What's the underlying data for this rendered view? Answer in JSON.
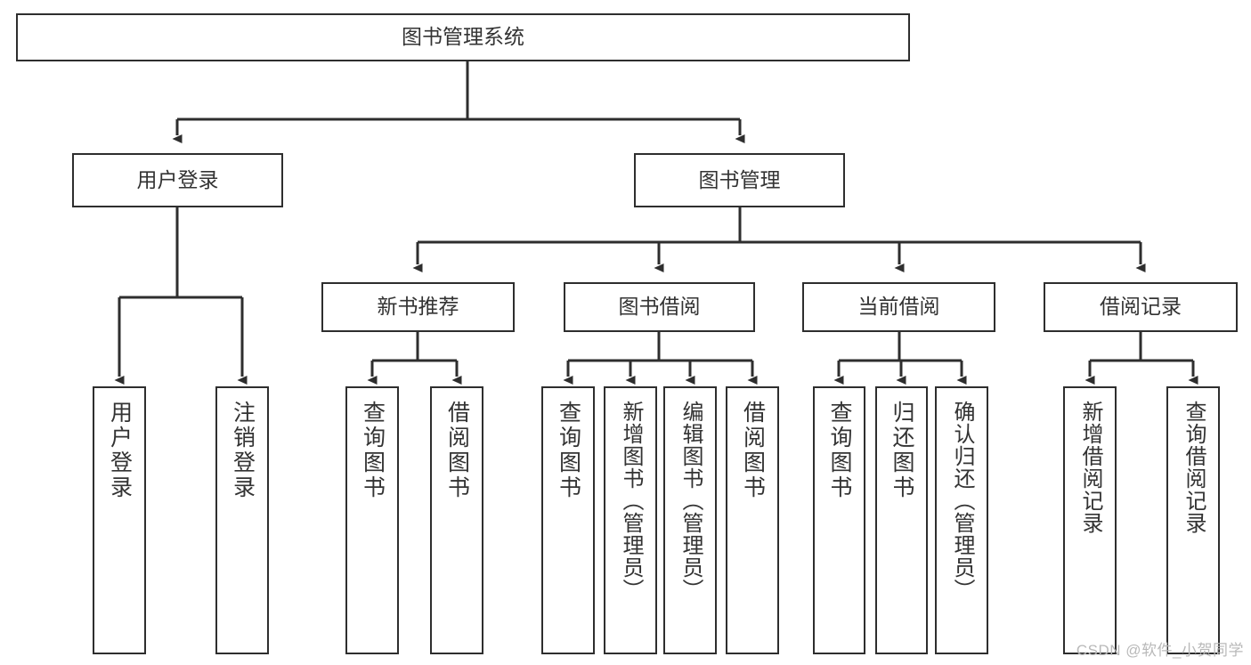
{
  "diagram": {
    "title_text": "图书管理系统",
    "type": "tree-hierarchy",
    "colors": {
      "box_border": "#2e2e2e",
      "box_fill": "#ffffff",
      "text": "#333333",
      "edge": "#2e2e2e",
      "watermark": "#b9b9b9",
      "background": "#ffffff"
    },
    "nodes": {
      "root": {
        "label": "图书管理系统",
        "level": 1,
        "orientation": "horizontal"
      },
      "l2": [
        {
          "label": "用户登录",
          "level": 2,
          "orientation": "horizontal"
        },
        {
          "label": "图书管理",
          "level": 2,
          "orientation": "horizontal"
        }
      ],
      "l3": [
        {
          "label": "新书推荐",
          "level": 3,
          "orientation": "horizontal"
        },
        {
          "label": "图书借阅",
          "level": 3,
          "orientation": "horizontal"
        },
        {
          "label": "当前借阅",
          "level": 3,
          "orientation": "horizontal"
        },
        {
          "label": "借阅记录",
          "level": 3,
          "orientation": "horizontal"
        }
      ],
      "leaves": [
        {
          "label": "用户登录",
          "parent": "用户登录",
          "orientation": "vertical"
        },
        {
          "label": "注销登录",
          "parent": "用户登录",
          "orientation": "vertical"
        },
        {
          "label": "查询图书",
          "parent": "新书推荐",
          "orientation": "vertical"
        },
        {
          "label": "借阅图书",
          "parent": "新书推荐",
          "orientation": "vertical"
        },
        {
          "label": "查询图书",
          "parent": "图书借阅",
          "orientation": "vertical"
        },
        {
          "label": "新增图书（管理员）",
          "parent": "图书借阅",
          "orientation": "vertical"
        },
        {
          "label": "编辑图书（管理员）",
          "parent": "图书借阅",
          "orientation": "vertical"
        },
        {
          "label": "借阅图书",
          "parent": "图书借阅",
          "orientation": "vertical"
        },
        {
          "label": "查询图书",
          "parent": "当前借阅",
          "orientation": "vertical"
        },
        {
          "label": "归还图书",
          "parent": "当前借阅",
          "orientation": "vertical"
        },
        {
          "label": "确认归还（管理员）",
          "parent": "当前借阅",
          "orientation": "vertical"
        },
        {
          "label": "新增借阅记录",
          "parent": "借阅记录",
          "orientation": "vertical"
        },
        {
          "label": "查询借阅记录",
          "parent": "借阅记录",
          "orientation": "vertical"
        }
      ]
    },
    "watermark": "CSDN @软件_小贺同学"
  }
}
